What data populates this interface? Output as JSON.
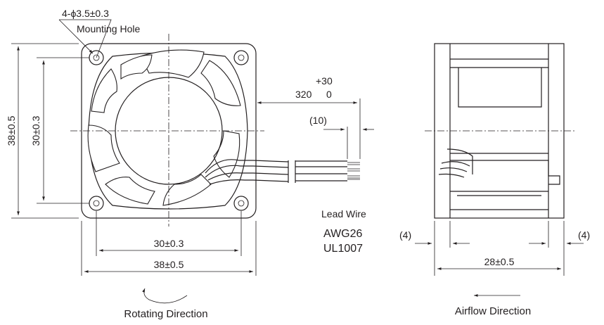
{
  "front_view": {
    "mounting_hole_spec": "4-ϕ3.5±0.3",
    "mounting_hole_label": "Mounting Hole",
    "height_outer": "38±0.5",
    "height_pitch": "30±0.3",
    "width_pitch": "30±0.3",
    "width_outer": "38±0.5",
    "rotating_direction_label": "Rotating Direction"
  },
  "lead_wire": {
    "tolerance_upper": "+30",
    "tolerance_lower": "0",
    "length": "320",
    "strip_length": "(10)",
    "title": "Lead Wire",
    "gauge": "AWG26",
    "standard": "UL1007"
  },
  "side_view": {
    "guard_left": "(4)",
    "guard_right": "(4)",
    "depth": "28±0.5",
    "airflow_direction_label": "Airflow Direction"
  }
}
